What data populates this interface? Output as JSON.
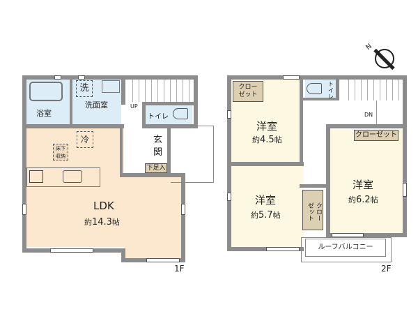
{
  "colors": {
    "wall": "#8c8c8c",
    "wet_area": "#dcedf7",
    "ldk": "#fbe8cf",
    "bedroom": "#fdf8e2",
    "closet": "#dccfb2",
    "entrance": "#ffffff"
  },
  "floor1": {
    "label": "1F",
    "rooms": {
      "bath": {
        "name": "浴室"
      },
      "laundry_mark": {
        "name": "洗"
      },
      "washroom": {
        "name": "洗面室"
      },
      "toilet": {
        "name": "トイレ"
      },
      "stairs_up": {
        "name": "UP"
      },
      "fridge": {
        "name": "冷"
      },
      "underfloor_storage": {
        "name": "床下収納"
      },
      "entrance": {
        "name": "玄関"
      },
      "shoe_storage": {
        "name": "下足入"
      },
      "ldk": {
        "name": "LDK",
        "area_prefix": "約",
        "area_value": "14.3",
        "area_unit": "帖"
      }
    }
  },
  "floor2": {
    "label": "2F",
    "rooms": {
      "room_a": {
        "name": "洋室",
        "area_prefix": "約",
        "area_value": "4.5",
        "area_unit": "帖"
      },
      "closet_a": {
        "name_line1": "クロー",
        "name_line2": "ゼット"
      },
      "toilet": {
        "name": "トイレ"
      },
      "stairs_down": {
        "name": "DN"
      },
      "room_b": {
        "name": "洋室",
        "area_prefix": "約",
        "area_value": "6.2",
        "area_unit": "帖"
      },
      "closet_b": {
        "name": "クローゼット"
      },
      "room_c": {
        "name": "洋室",
        "area_prefix": "約",
        "area_value": "5.7",
        "area_unit": "帖"
      },
      "closet_c": {
        "name_line1": "クロー",
        "name_line2": "ゼット"
      },
      "roof_balcony": {
        "name": "ルーフバルコニー"
      }
    }
  },
  "compass": {
    "north_label": "N"
  }
}
